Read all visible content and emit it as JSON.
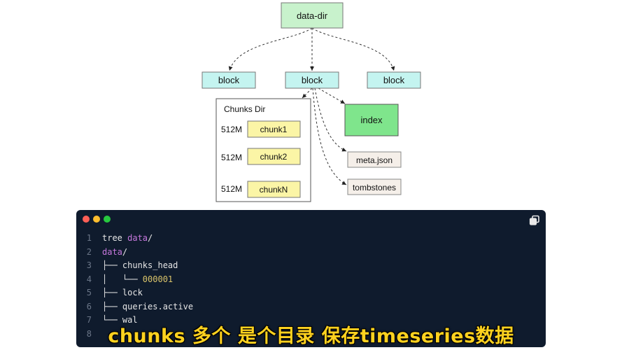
{
  "diagram": {
    "root": "data-dir",
    "blocks": [
      "block",
      "block",
      "block"
    ],
    "chunks_dir": {
      "title": "Chunks Dir",
      "chunks": [
        {
          "size": "512M",
          "name": "chunk1"
        },
        {
          "size": "512M",
          "name": "chunk2"
        },
        {
          "size": "512M",
          "name": "chunkN"
        }
      ]
    },
    "index": "index",
    "meta": "meta.json",
    "tombstones": "tombstones"
  },
  "colors": {
    "root_fill": "#c8f2cc",
    "block_fill": "#c4f4f0",
    "chunk_fill": "#fbf5a6",
    "index_fill": "#7fe58c",
    "file_fill": "#f5efe9",
    "code_bg": "#0f1b2d",
    "subtitle": "#ffd21f"
  },
  "code": {
    "lines": [
      {
        "n": "1",
        "t1": "tree ",
        "t2": "data",
        "t3": "/"
      },
      {
        "n": "2",
        "t1": "",
        "t2": "data",
        "t3": "/"
      },
      {
        "n": "3",
        "t1": "├── chunks_head",
        "t2": "",
        "t3": ""
      },
      {
        "n": "4",
        "t1": "│   └── ",
        "t2": "000001",
        "t3": ""
      },
      {
        "n": "5",
        "t1": "├── lock",
        "t2": "",
        "t3": ""
      },
      {
        "n": "6",
        "t1": "├── queries.active",
        "t2": "",
        "t3": ""
      },
      {
        "n": "7",
        "t1": "└── wal",
        "t2": "",
        "t3": ""
      },
      {
        "n": "8",
        "t1": "",
        "t2": "",
        "t3": ""
      }
    ]
  },
  "subtitle": "chunks 多个 是个目录 保存timeseries数据"
}
